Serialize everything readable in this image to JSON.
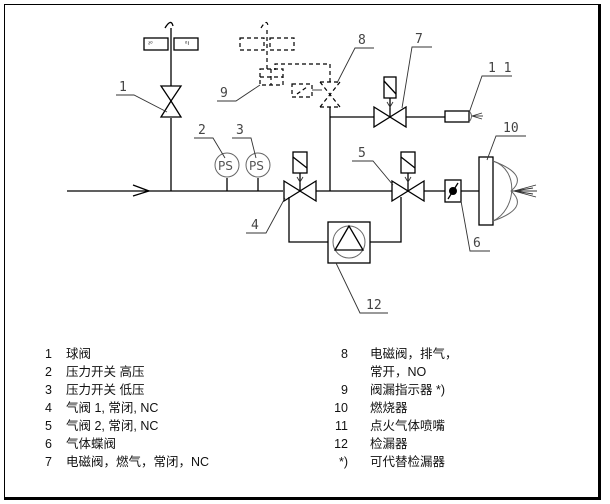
{
  "diagram": {
    "callouts": {
      "c1": "1",
      "c2": "2",
      "c3": "3",
      "c4": "4",
      "c5": "5",
      "c6": "6",
      "c7": "7",
      "c8": "8",
      "c9": "9",
      "c10": "10",
      "c11": "1 1",
      "c12": "12"
    },
    "pressure_switch_label": "PS"
  },
  "legend": {
    "left": [
      {
        "num": "1",
        "text": "球阀"
      },
      {
        "num": "2",
        "text": "压力开关 高压"
      },
      {
        "num": "3",
        "text": "压力开关 低压"
      },
      {
        "num": "4",
        "text": "气阀 1, 常闭, NC"
      },
      {
        "num": "5",
        "text": "气阀 2, 常闭, NC"
      },
      {
        "num": "6",
        "text": "气体蝶阀"
      },
      {
        "num": "7",
        "text": "电磁阀，燃气，常闭，NC"
      }
    ],
    "right": [
      {
        "num": "8",
        "text": "电磁阀，排气，"
      },
      {
        "num": "",
        "text": "常开，NO"
      },
      {
        "num": "9",
        "text": "阀漏指示器 *)"
      },
      {
        "num": "10",
        "text": "燃烧器"
      },
      {
        "num": "11",
        "text": "点火气体喷嘴"
      },
      {
        "num": "12",
        "text": "检漏器"
      },
      {
        "num": "*)",
        "text": "可代替检漏器"
      }
    ]
  }
}
